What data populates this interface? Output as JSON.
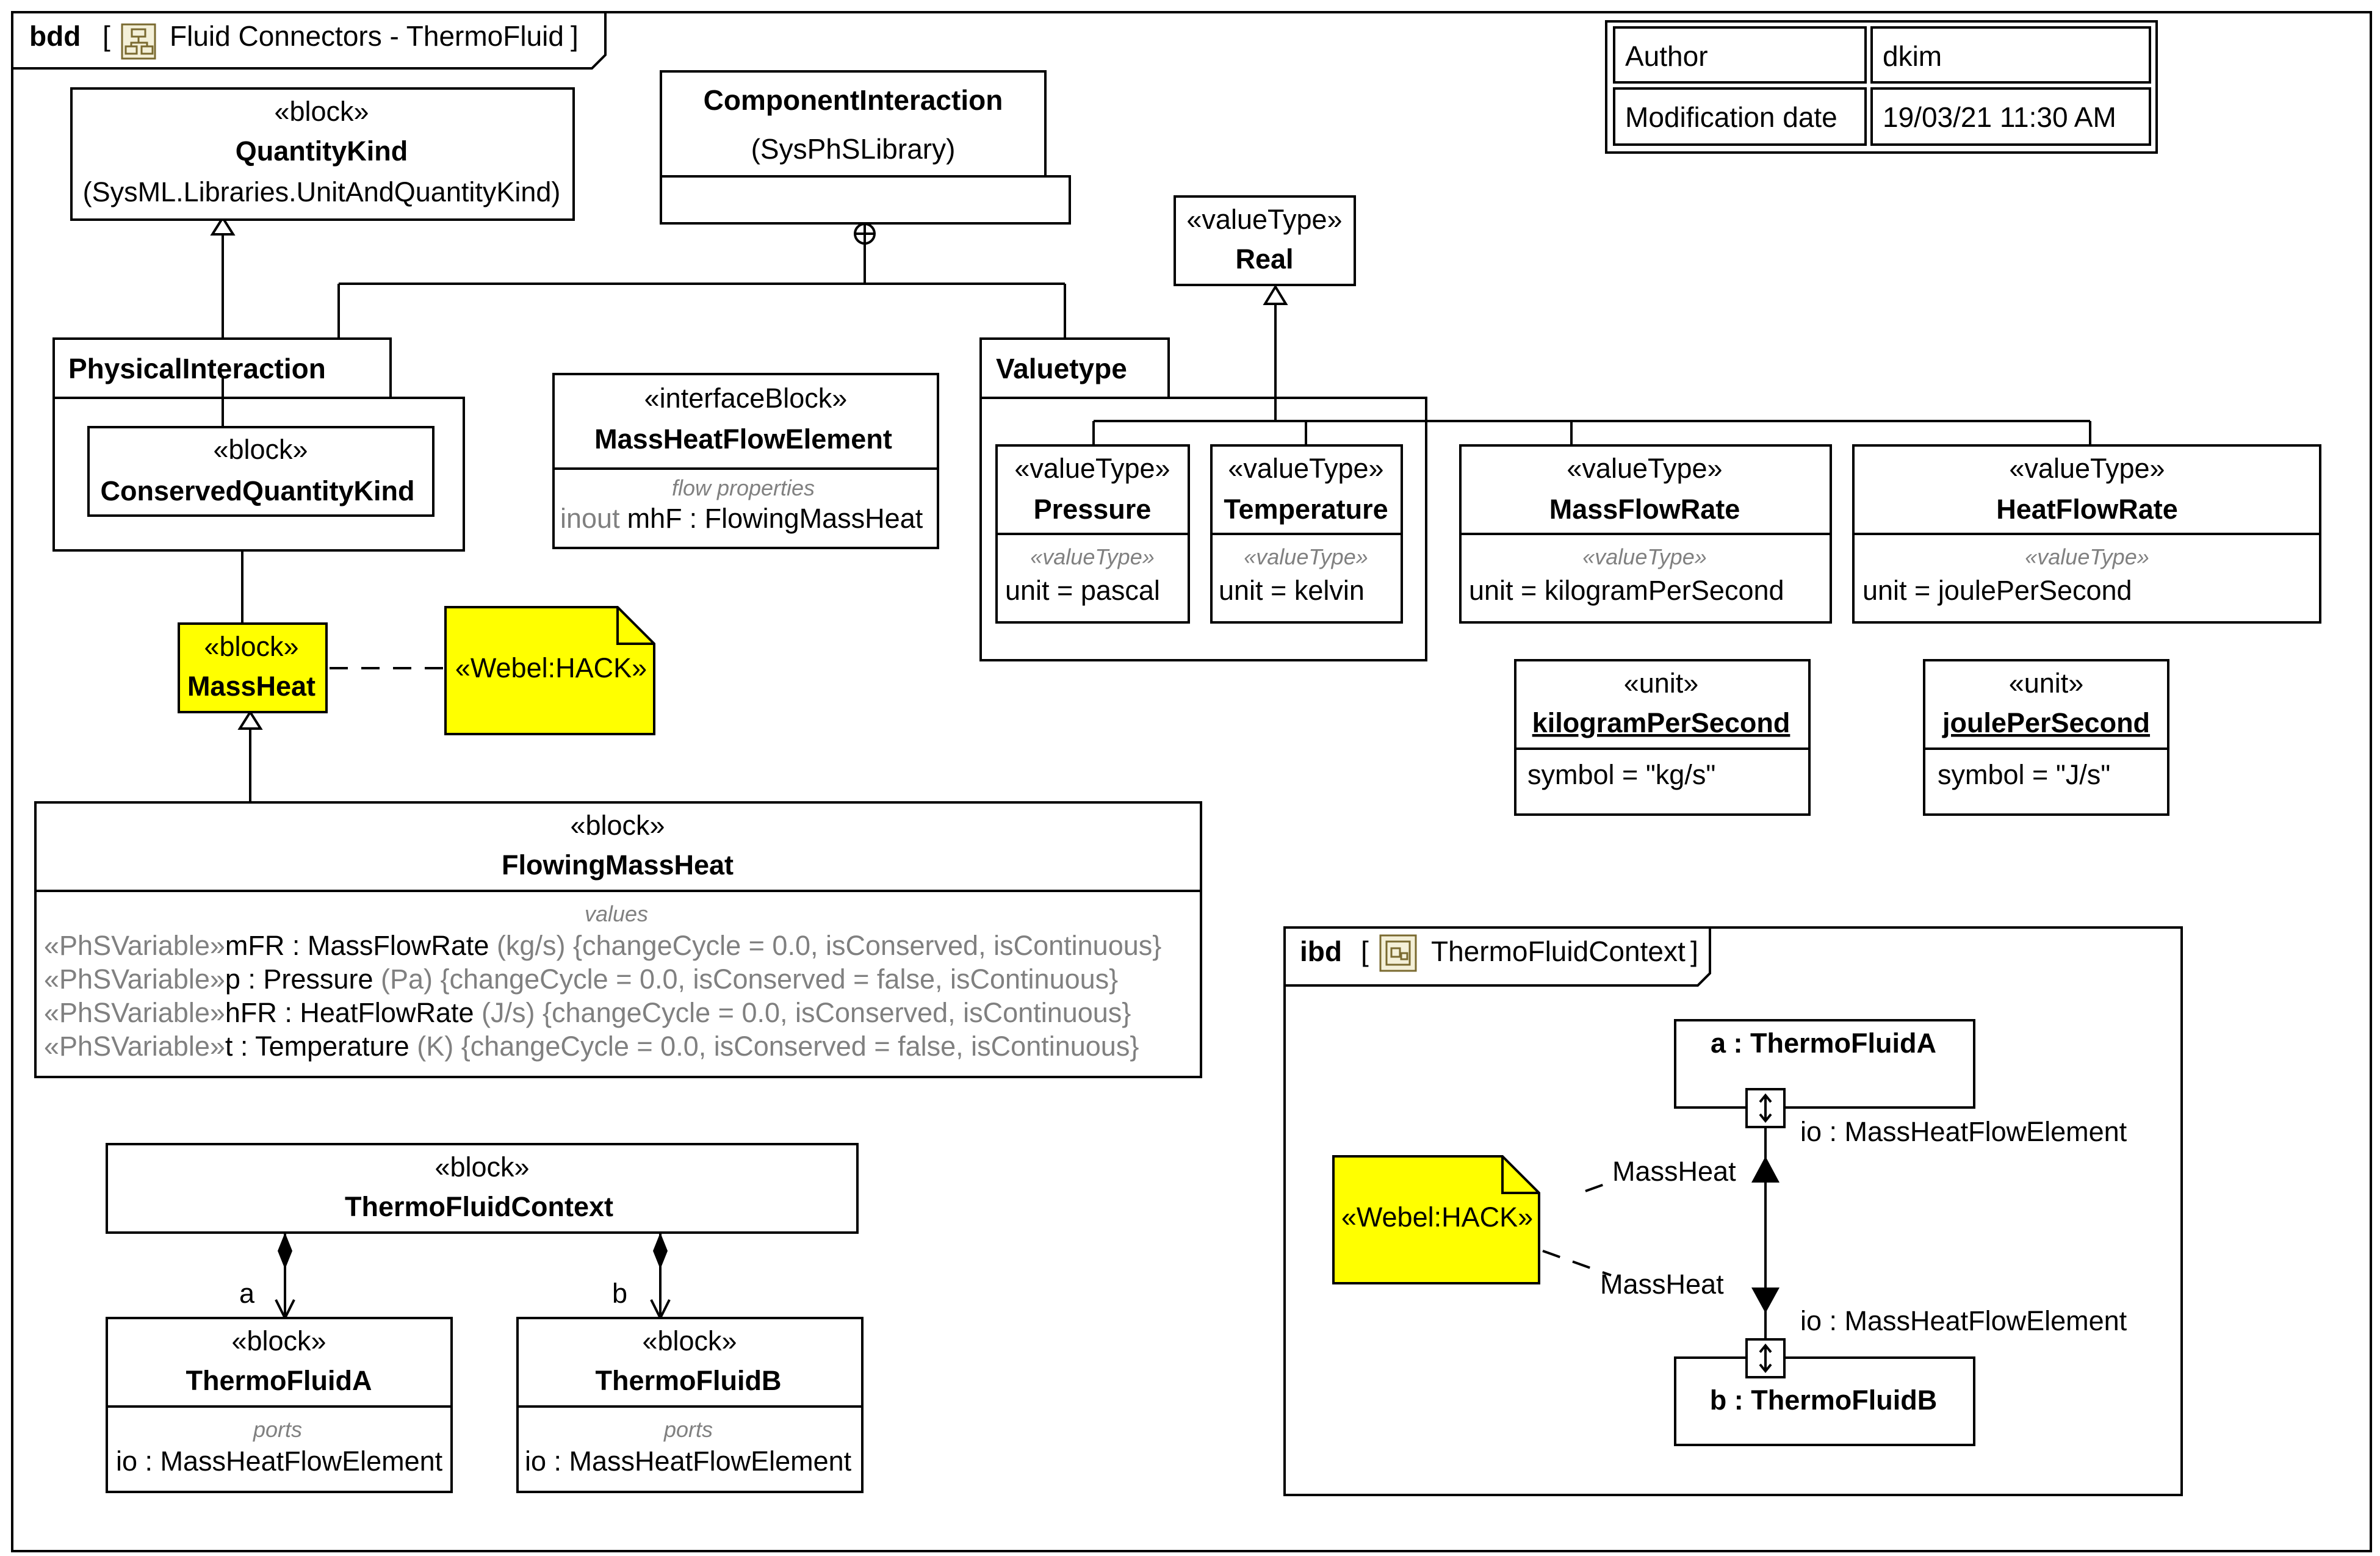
{
  "frame": {
    "kind": "bdd",
    "title": "Fluid Connectors - ThermoFluid"
  },
  "info_table": {
    "author_label": "Author",
    "author_value": "dkim",
    "date_label": "Modification date",
    "date_value": "19/03/21 11:30 AM"
  },
  "quantity_kind": {
    "stereotype": "«block»",
    "name": "QuantityKind",
    "owner": "(SysML.Libraries.UnitAndQuantityKind)"
  },
  "component_interaction": {
    "name": "ComponentInteraction",
    "owner": "(SysPhSLibrary)"
  },
  "real_type": {
    "stereotype": "«valueType»",
    "name": "Real"
  },
  "physical_interaction": {
    "name": "PhysicalInteraction"
  },
  "conserved_quantity_kind": {
    "stereotype": "«block»",
    "name": "ConservedQuantityKind"
  },
  "mass_heat_flow_element": {
    "stereotype": "«interfaceBlock»",
    "name": "MassHeatFlowElement",
    "section": "flow properties",
    "prop_direction": "inout",
    "prop_name": "mhF",
    "prop_type": ": FlowingMassHeat"
  },
  "valuetype_package": {
    "name": "Valuetype"
  },
  "pressure": {
    "stereotype": "«valueType»",
    "name": "Pressure",
    "section": "«valueType»",
    "attr": "unit = pascal"
  },
  "temperature": {
    "stereotype": "«valueType»",
    "name": "Temperature",
    "section": "«valueType»",
    "attr": "unit = kelvin"
  },
  "mass_flow_rate": {
    "stereotype": "«valueType»",
    "name": "MassFlowRate",
    "section": "«valueType»",
    "attr": "unit = kilogramPerSecond"
  },
  "heat_flow_rate": {
    "stereotype": "«valueType»",
    "name": "HeatFlowRate",
    "section": "«valueType»",
    "attr": "unit = joulePerSecond"
  },
  "unit_kg": {
    "stereotype": "«unit»",
    "name": "kilogramPerSecond",
    "attr": "symbol = \"kg/s\""
  },
  "unit_js": {
    "stereotype": "«unit»",
    "name": "joulePerSecond",
    "attr": "symbol = \"J/s\""
  },
  "mass_heat": {
    "stereotype": "«block»",
    "name": "MassHeat"
  },
  "hack_note": {
    "text": "«Webel:HACK»"
  },
  "flowing_mass_heat": {
    "stereotype": "«block»",
    "name": "FlowingMassHeat",
    "section": "values",
    "rows": [
      {
        "stereo": "«PhSVariable»",
        "name": "mFR : MassFlowRate",
        "rest": " (kg/s) {changeCycle = 0.0, isConserved, isContinuous}"
      },
      {
        "stereo": "«PhSVariable»",
        "name": "p : Pressure",
        "rest": " (Pa) {changeCycle = 0.0, isConserved = false, isContinuous}"
      },
      {
        "stereo": "«PhSVariable»",
        "name": "hFR : HeatFlowRate",
        "rest": " (J/s) {changeCycle = 0.0, isConserved, isContinuous}"
      },
      {
        "stereo": "«PhSVariable»",
        "name": "t : Temperature",
        "rest": " (K) {changeCycle = 0.0, isConserved = false, isContinuous}"
      }
    ]
  },
  "thermo_fluid_context": {
    "stereotype": "«block»",
    "name": "ThermoFluidContext",
    "role_a": "a",
    "role_b": "b"
  },
  "thermo_fluid_a": {
    "stereotype": "«block»",
    "name": "ThermoFluidA",
    "section": "ports",
    "port": "io : MassHeatFlowElement"
  },
  "thermo_fluid_b": {
    "stereotype": "«block»",
    "name": "ThermoFluidB",
    "section": "ports",
    "port": "io : MassHeatFlowElement"
  },
  "ibd": {
    "kind": "ibd",
    "title": "ThermoFluidContext",
    "part_a": "a : ThermoFluidA",
    "part_b": "b : ThermoFluidB",
    "port_a_label": "io : MassHeatFlowElement",
    "port_b_label": "io : MassHeatFlowElement",
    "flow_label_top": "MassHeat",
    "flow_label_bottom": "MassHeat",
    "note": "«Webel:HACK»"
  }
}
